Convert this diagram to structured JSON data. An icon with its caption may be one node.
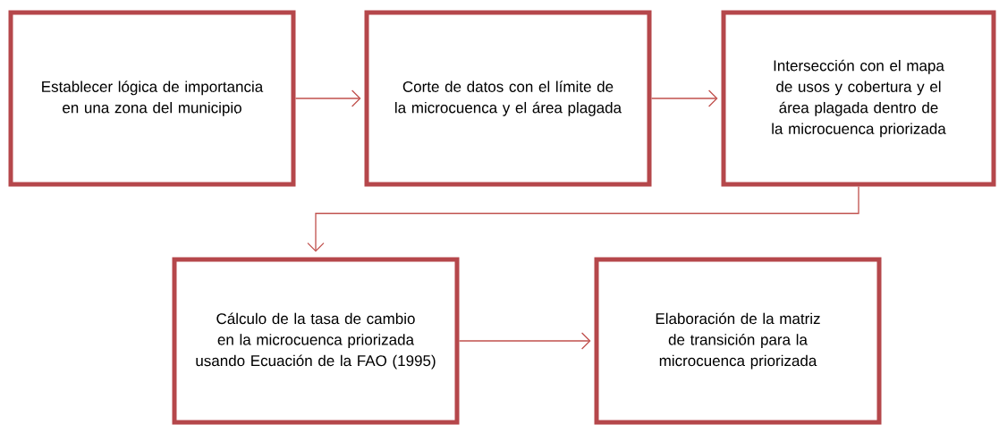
{
  "diagram": {
    "nodes": [
      {
        "text": [
          "Establecer lógica de importancia en una zona del municipio"
        ]
      },
      {
        "text": [
          "Corte de datos con el límite de la microcuenca y el área plagada"
        ]
      },
      {
        "text": [
          "Intersección con el mapa de usos y cobertura y el área plagada dentro de la microcuenca priorizada"
        ]
      },
      {
        "text": [
          "Cálculo de la tasa de cambio en la microcuenca priorizada usando Ecuación de la FAO (1995)"
        ]
      },
      {
        "text": [
          "Elaboración de la matriz de transición para la microcuenca priorizada"
        ]
      }
    ],
    "edges": [
      {
        "from": 0,
        "to": 1,
        "arrow": "to"
      },
      {
        "from": 1,
        "to": 2,
        "arrow": "to"
      },
      {
        "from": 2,
        "to": 3,
        "arrow": "to"
      },
      {
        "from": 3,
        "to": 4,
        "arrow": "to"
      }
    ]
  }
}
